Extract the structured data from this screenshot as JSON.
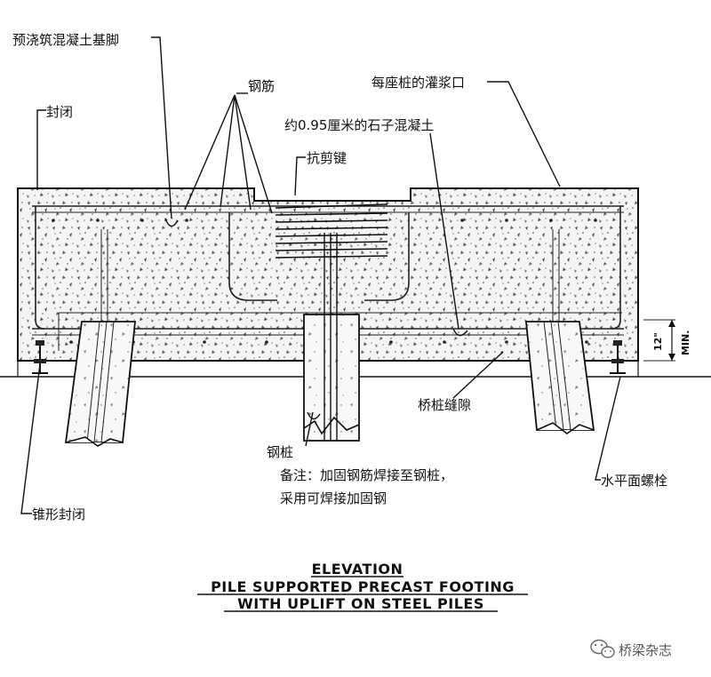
{
  "labels": {
    "precast_footing": "预浇筑混凝土基脚",
    "rebar": "钢筋",
    "grout_port": "每座桩的灌浆口",
    "seal": "封闭",
    "pea_gravel": "约0.95厘米的石子混凝土",
    "shear_key": "抗剪键",
    "pile_gap": "桥桩缝隙",
    "steel_pile": "钢桩",
    "note_line1": "备注：加固钢筋焊接至钢桩，",
    "note_line2": "采用可焊接加固钢",
    "leveling_bolt": "水平面螺栓",
    "cone_seal": "锥形封闭",
    "dim_value": "12\"",
    "dim_min": "MIN."
  },
  "title": {
    "line1": "ELEVATION",
    "line2": "PILE SUPPORTED PRECAST FOOTING",
    "line3": "WITH UPLIFT ON STEEL PILES"
  },
  "watermark": {
    "icon": "wechat-icon",
    "text": "桥梁杂志"
  }
}
